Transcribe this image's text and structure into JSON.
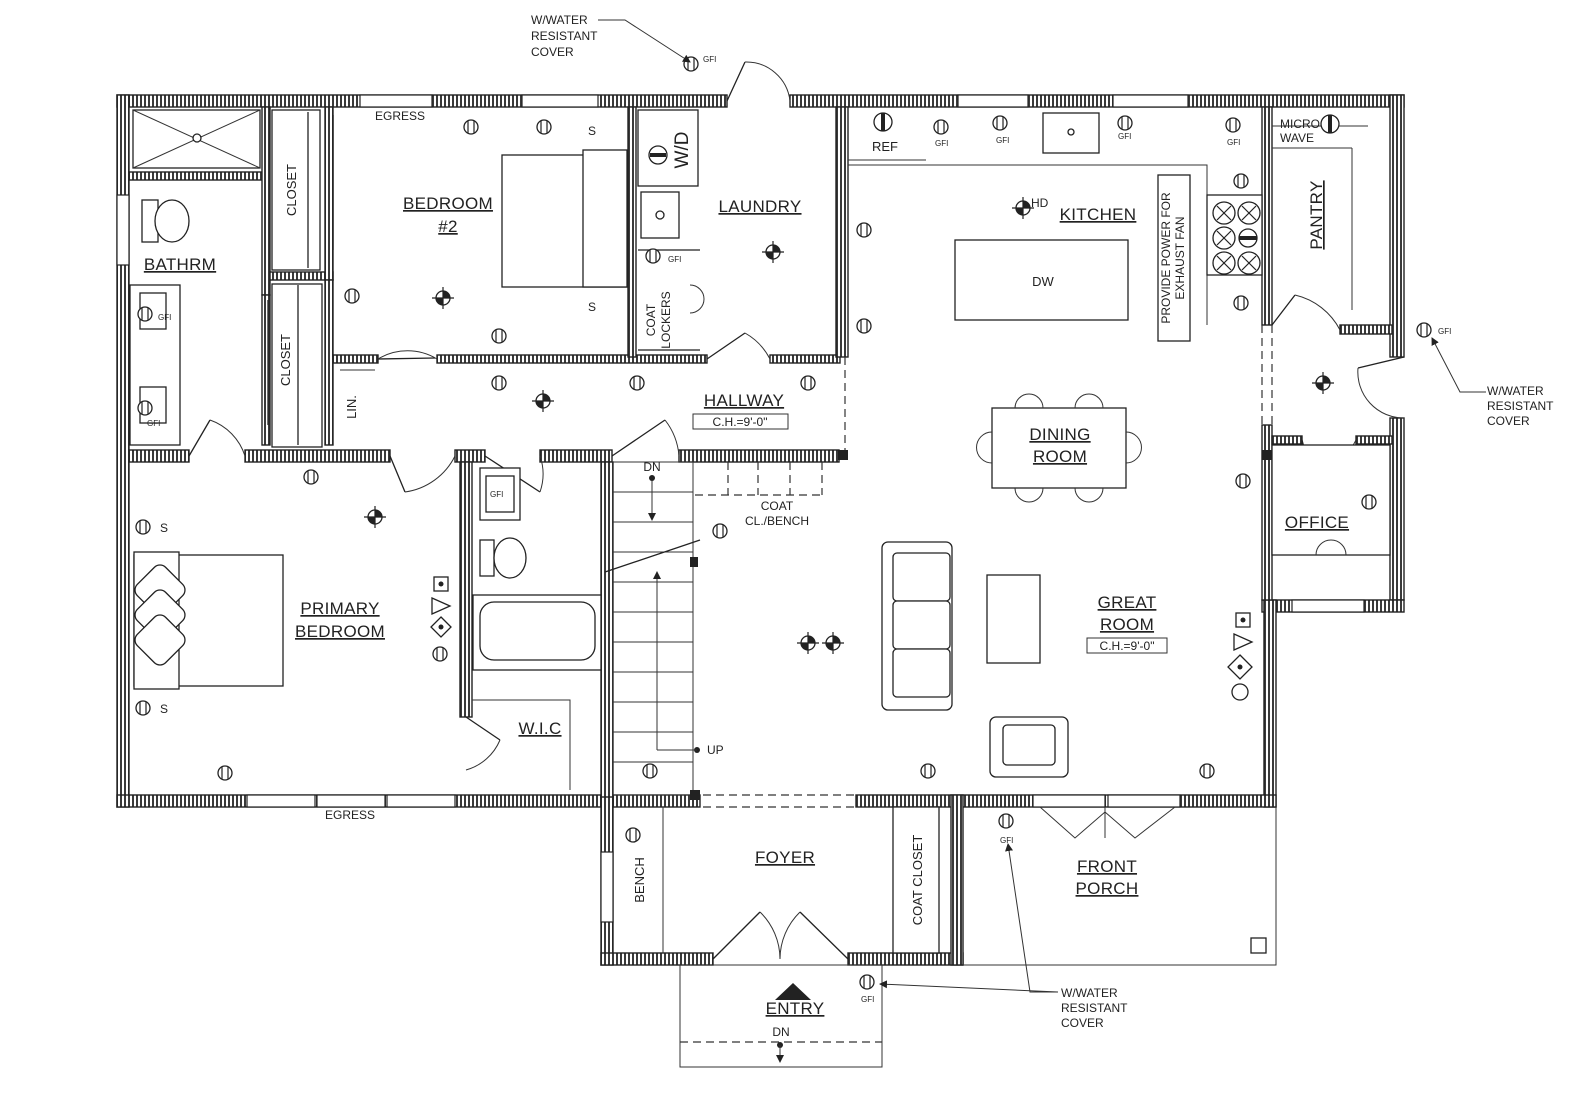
{
  "rooms": {
    "bathroom": "BATHRM",
    "bedroom2_line1": "BEDROOM",
    "bedroom2_line2": "#2",
    "laundry": "LAUNDRY",
    "kitchen": "KITCHEN",
    "pantry": "PANTRY",
    "hallway": "HALLWAY",
    "dining_line1": "DINING",
    "dining_line2": "ROOM",
    "office": "OFFICE",
    "primary_line1": "PRIMARY",
    "primary_line2": "BEDROOM",
    "great_line1": "GREAT",
    "great_line2": "ROOM",
    "wic": "W.I.C",
    "foyer": "FOYER",
    "porch_line1": "FRONT",
    "porch_line2": "PORCH",
    "entry": "ENTRY"
  },
  "labels": {
    "closet": "CLOSET",
    "linen": "LIN.",
    "ceiling_height": "C.H.=9'-0\"",
    "egress": "EGRESS",
    "refrigerator": "REF",
    "washer_dryer": "W/D",
    "dishwasher": "DW",
    "microwave_line1": "MICRO",
    "microwave_line2": "WAVE",
    "coat_lockers_line1": "COAT",
    "coat_lockers_line2": "LOCKERS",
    "coat_bench_line1": "COAT",
    "coat_bench_line2": "CL./BENCH",
    "hood": "HD",
    "exhaust_note_line1": "PROVIDE POWER FOR",
    "exhaust_note_line2": "EXHAUST FAN",
    "bench": "BENCH",
    "coat_closet": "COAT CLOSET",
    "down": "DN",
    "up": "UP",
    "gfi": "GFI",
    "switch": "S"
  },
  "notes": {
    "cover_line1": "W/WATER",
    "cover_line2": "RESISTANT",
    "cover_line3": "COVER"
  }
}
